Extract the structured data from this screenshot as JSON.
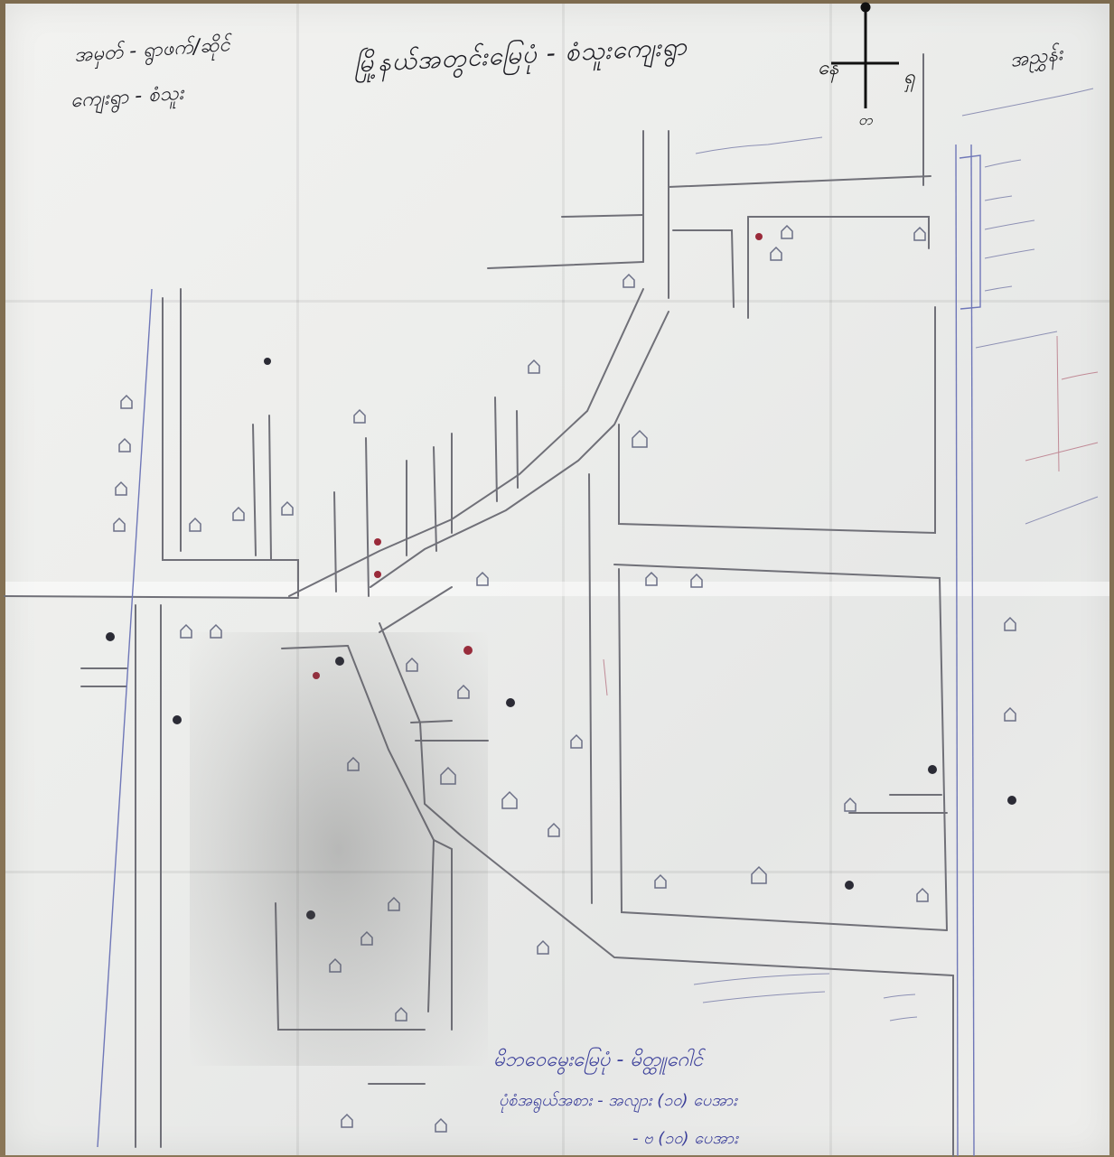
{
  "map": {
    "title": "မြို့နယ်အတွင်းမြေပုံ - စံသူးကျေးရွာ",
    "header_left": {
      "line1": "အမှတ် - ရွာဖက်/ဆိုင်",
      "line2": "ကျေးရွာ - စံသူး"
    },
    "compass": {
      "east": "ရှ",
      "west": "နေ",
      "south": "တ"
    },
    "legend": {
      "title": "အညွှန်း"
    },
    "footer": {
      "line1": "မိဘဝေမွေးမြေပုံ - မိတ္ထူဂေါင်",
      "line2": "ပုံစံအရွယ်အစား - အလျား (၁၀) ပေအား",
      "line3": "- ဗ (၁၀) ပေအား"
    },
    "colors": {
      "paper": "#ededeb",
      "pencil": "#6f6f75",
      "ink_blue": "#3b3f9a",
      "ink_red": "#9a2a3a"
    }
  }
}
